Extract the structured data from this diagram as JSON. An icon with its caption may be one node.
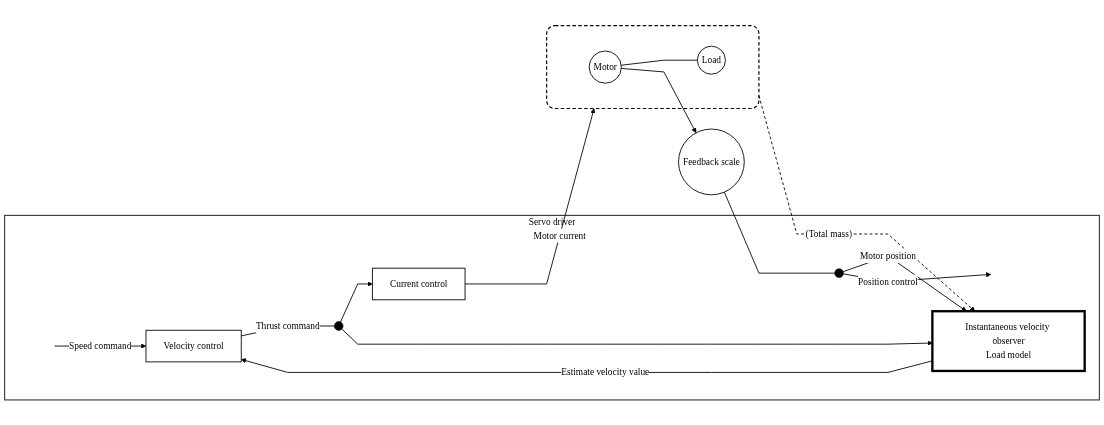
{
  "diagram": {
    "nodes": [
      {
        "text": [
          "Servo driver"
        ]
      },
      {
        "text": [
          "Velocity control"
        ],
        "in": 0
      },
      {
        "text": [],
        "shape": "circle",
        "in": 0
      },
      {
        "text": [
          "Current control"
        ],
        "in": 0
      },
      {
        "text": [
          "Instantaneous velocity observer",
          "Load model"
        ],
        "in": 0
      },
      {
        "text": [],
        "shape": "circle",
        "in": 0
      },
      {
        "text": [],
        "shape": "box"
      },
      {
        "text": [
          "Motor"
        ],
        "in": 6
      },
      {
        "text": [
          "Load"
        ],
        "in": 6
      },
      {
        "text": [
          "Feedback scale"
        ]
      }
    ],
    "edges": [
      {
        "from": null,
        "to": 1,
        "arrow": "to",
        "label": "Speed command"
      },
      {
        "from": 4,
        "to": 1,
        "arrow": "to",
        "label": "Estimate velocity value"
      },
      {
        "from": 1,
        "to": 2,
        "arrow": "none",
        "label": "Thrust command"
      },
      {
        "from": 2,
        "to": 3,
        "arrow": "to"
      },
      {
        "from": 2,
        "to": 4,
        "arrow": "to"
      },
      {
        "from": 3,
        "to": 6,
        "arrow": "to",
        "label": "Motor current"
      },
      {
        "from": 7,
        "to": 8,
        "arrow": "none"
      },
      {
        "from": 7,
        "to": 9,
        "arrow": "to"
      },
      {
        "from": 6,
        "to": 4,
        "arrow": "to",
        "label": "(Total mass)",
        "style": "dashed"
      },
      {
        "from": 9,
        "to": 5,
        "arrow": "none"
      },
      {
        "from": 5,
        "to": 4,
        "arrow": "to",
        "label": "Motor position"
      },
      {
        "from": 5,
        "to": null,
        "arrow": "to",
        "label": "Position control"
      }
    ]
  }
}
